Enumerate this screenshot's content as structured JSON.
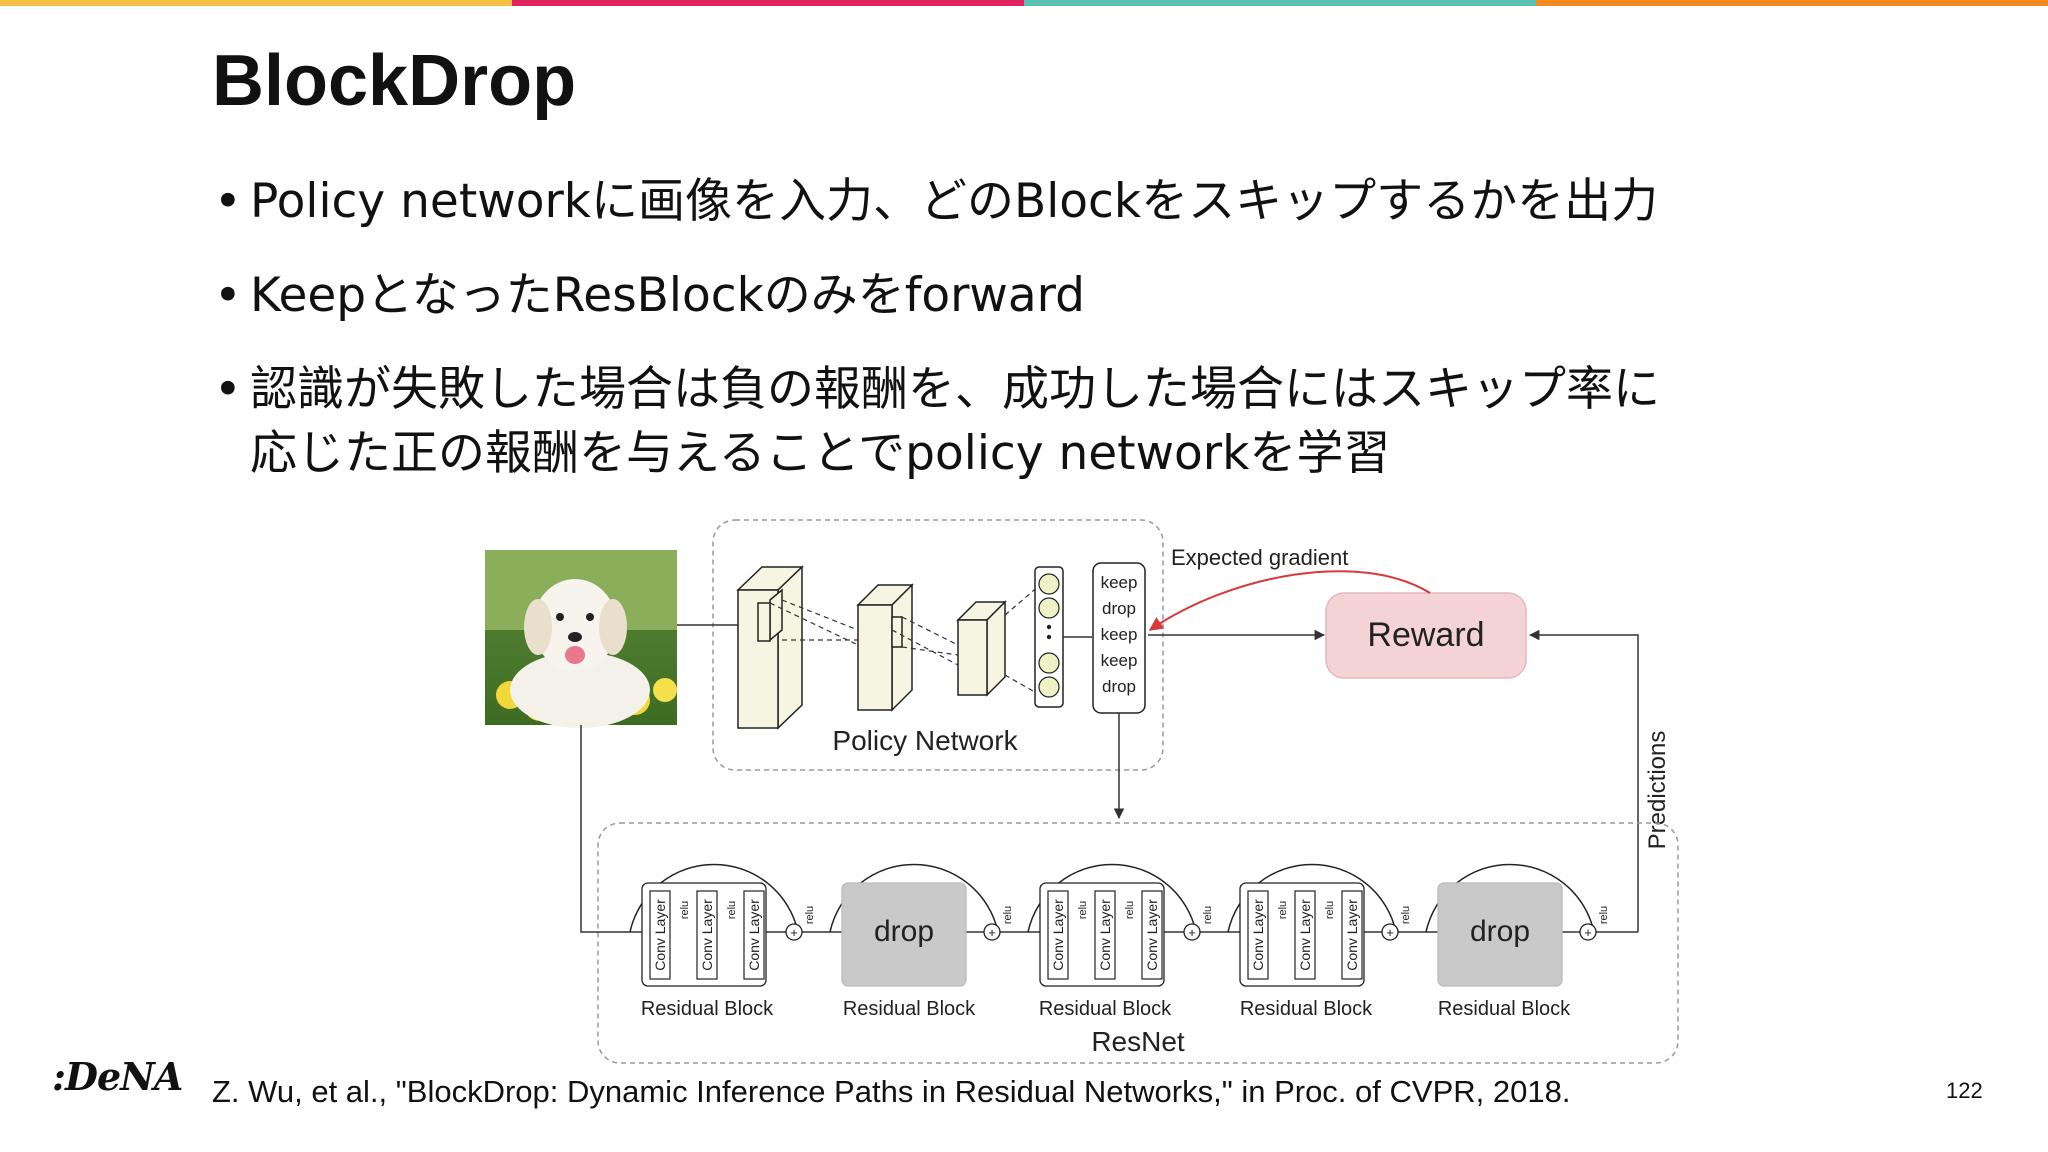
{
  "slide": {
    "title": "BlockDrop",
    "bullets": [
      "Policy networkに画像を入力、どのBlockをスキップするかを出力",
      "KeepとなったResBlockのみをforward",
      "認識が失敗した場合は負の報酬を、成功した場合にはスキップ率に 応じた正の報酬を与えることでpolicy networkを学習"
    ],
    "citation": "Z. Wu, et al., \"BlockDrop: Dynamic Inference Paths in Residual Networks,\" in Proc. of CVPR, 2018.",
    "page_number": "122",
    "logo": ":DeNA",
    "colors": {
      "bar1": "#f5c342",
      "bar2": "#e0245e",
      "bar3": "#5cc3b4",
      "bar4": "#f58a1f"
    }
  },
  "diagram": {
    "policy_network_label": "Policy Network",
    "decisions": [
      "keep",
      "drop",
      "keep",
      "keep",
      "drop"
    ],
    "expected_gradient_label": "Expected gradient",
    "reward_label": "Reward",
    "predictions_label": "Predictions",
    "resnet_label": "ResNet",
    "block_label": "Residual Block",
    "drop_label": "drop",
    "conv_label": "Conv Layer",
    "relu_label": "relu",
    "input_image_icon": "dog-image-icon",
    "colors": {
      "reward_fill": "#f3d3d6",
      "arrow_red": "#d63b3b",
      "cube_fill": "#f5f5e1",
      "drop_fill": "#c9c9c9"
    }
  }
}
